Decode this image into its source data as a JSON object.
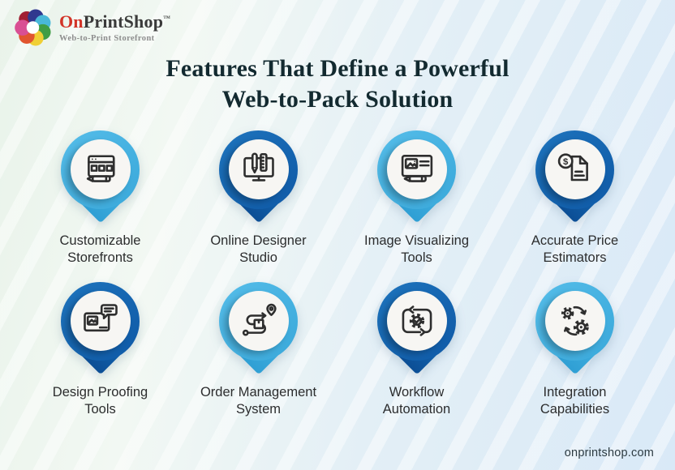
{
  "logo": {
    "brand_prefix": "On",
    "brand_suffix": "PrintShop",
    "trademark": "™",
    "tagline": "Web-to-Print Storefront"
  },
  "title": {
    "line1": "Features That Define a Powerful",
    "line2": "Web-to-Pack Solution"
  },
  "features": [
    {
      "name": "customizable-storefronts",
      "label_lines": [
        "Customizable",
        "Storefronts"
      ],
      "icon": "storefront-window-pencil-icon",
      "pin": "light"
    },
    {
      "name": "online-designer-studio",
      "label_lines": [
        "Online Designer",
        "Studio"
      ],
      "icon": "monitor-pencil-ruler-icon",
      "pin": "dark"
    },
    {
      "name": "image-visualizing-tools",
      "label_lines": [
        "Image Visualizing",
        "Tools"
      ],
      "icon": "image-card-marker-icon",
      "pin": "light"
    },
    {
      "name": "accurate-price-estimators",
      "label_lines": [
        "Accurate Price",
        "Estimators"
      ],
      "icon": "dollar-coin-document-icon",
      "pin": "dark"
    },
    {
      "name": "design-proofing-tools",
      "label_lines": [
        "Design Proofing",
        "Tools"
      ],
      "icon": "artwork-comment-bubble-icon",
      "pin": "dark"
    },
    {
      "name": "order-management-system",
      "label_lines": [
        "Order Management",
        "System"
      ],
      "icon": "package-route-pin-icon",
      "pin": "light"
    },
    {
      "name": "workflow-automation",
      "label_lines": [
        "Workflow",
        "Automation"
      ],
      "icon": "gear-check-cycle-icon",
      "pin": "dark"
    },
    {
      "name": "integration-capabilities",
      "label_lines": [
        "Integration",
        "Capabilities"
      ],
      "icon": "two-gears-sync-icon",
      "pin": "light"
    }
  ],
  "icon_glyphs": {
    "dollar": "$"
  },
  "footer": {
    "website": "onprintshop.com"
  },
  "colors": {
    "pin_light": "#47b2e2",
    "pin_dark": "#1565af",
    "title_text": "#132a30",
    "label_text": "#2c2d2e",
    "brand_red": "#d23428",
    "brand_dark": "#3a3a3a",
    "background_green": "#e9f3ea",
    "background_blue": "#d9e9f7",
    "icon_stroke": "#2e2e2e"
  }
}
